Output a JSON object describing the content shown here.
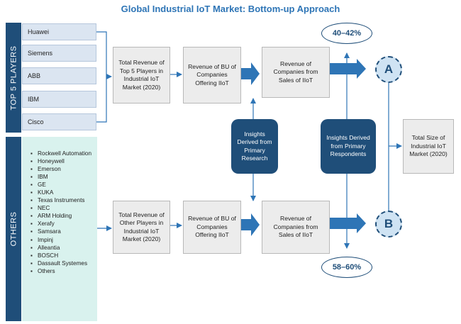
{
  "title": "Global Industrial IoT Market: Bottom-up Approach",
  "top5": {
    "label": "TOP 5 PLAYERS",
    "companies": [
      "Huawei",
      "Siemens",
      "ABB",
      "IBM",
      "Cisco"
    ]
  },
  "others": {
    "label": "OTHERS",
    "companies": [
      "Rockwell Automation",
      "Honeywell",
      "Emerson",
      "IBM",
      "GE",
      "KUKA",
      "Texas Instruments",
      "NEC",
      "ARM Holding",
      "Xerafy",
      "Samsara",
      "Impinj",
      "Alleantia",
      "BOSCH",
      "Dassault Systemes",
      "Others"
    ]
  },
  "top_row": {
    "total_revenue": "Total Revenue of Top 5 Players in Industrial IoT Market (2020)",
    "bu_revenue": "Revenue of BU of Companies Offering IIoT",
    "sales_revenue": "Revenue of Companies from Sales of IIoT"
  },
  "bottom_row": {
    "total_revenue": "Total Revenue of Other Players in Industrial IoT Market (2020)",
    "bu_revenue": "Revenue of BU of Companies Offering IIoT",
    "sales_revenue": "Revenue of Companies from Sales of IIoT"
  },
  "insights_research": "Insights Derived from Primary Research",
  "insights_respondents": "Insights Derived from Primary Respondents",
  "share_top": "40–42%",
  "share_bottom": "58–60%",
  "node_a": "A",
  "node_b": "B",
  "total_size": "Total Size of Industrial IoT Market (2020)",
  "colors": {
    "dark_blue": "#1f4e79",
    "accent_blue": "#2e75b6",
    "light_blue": "#dbe5f1",
    "mint": "#d9f2ee",
    "grey_box": "#ececec"
  }
}
